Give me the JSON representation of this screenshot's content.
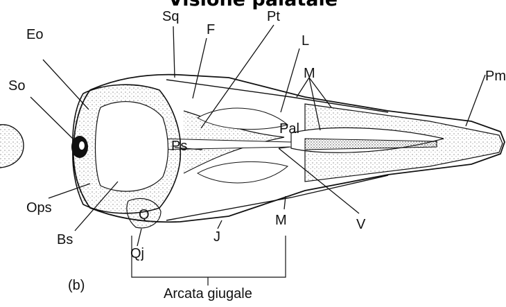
{
  "title": "Visione palatale",
  "panel_label": "(b)",
  "arch_caption": "Arcata giugale",
  "labels": {
    "Sq": "Sq",
    "Pt": "Pt",
    "Eo": "Eo",
    "F": "F",
    "L": "L",
    "So": "So",
    "M_top": "M",
    "Pm": "Pm",
    "Pal": "Pal",
    "Ps": "Ps",
    "Ops": "Ops",
    "Q": "Q",
    "M_bottom": "M",
    "V": "V",
    "J": "J",
    "Bs": "Bs",
    "Qj": "Qj"
  }
}
